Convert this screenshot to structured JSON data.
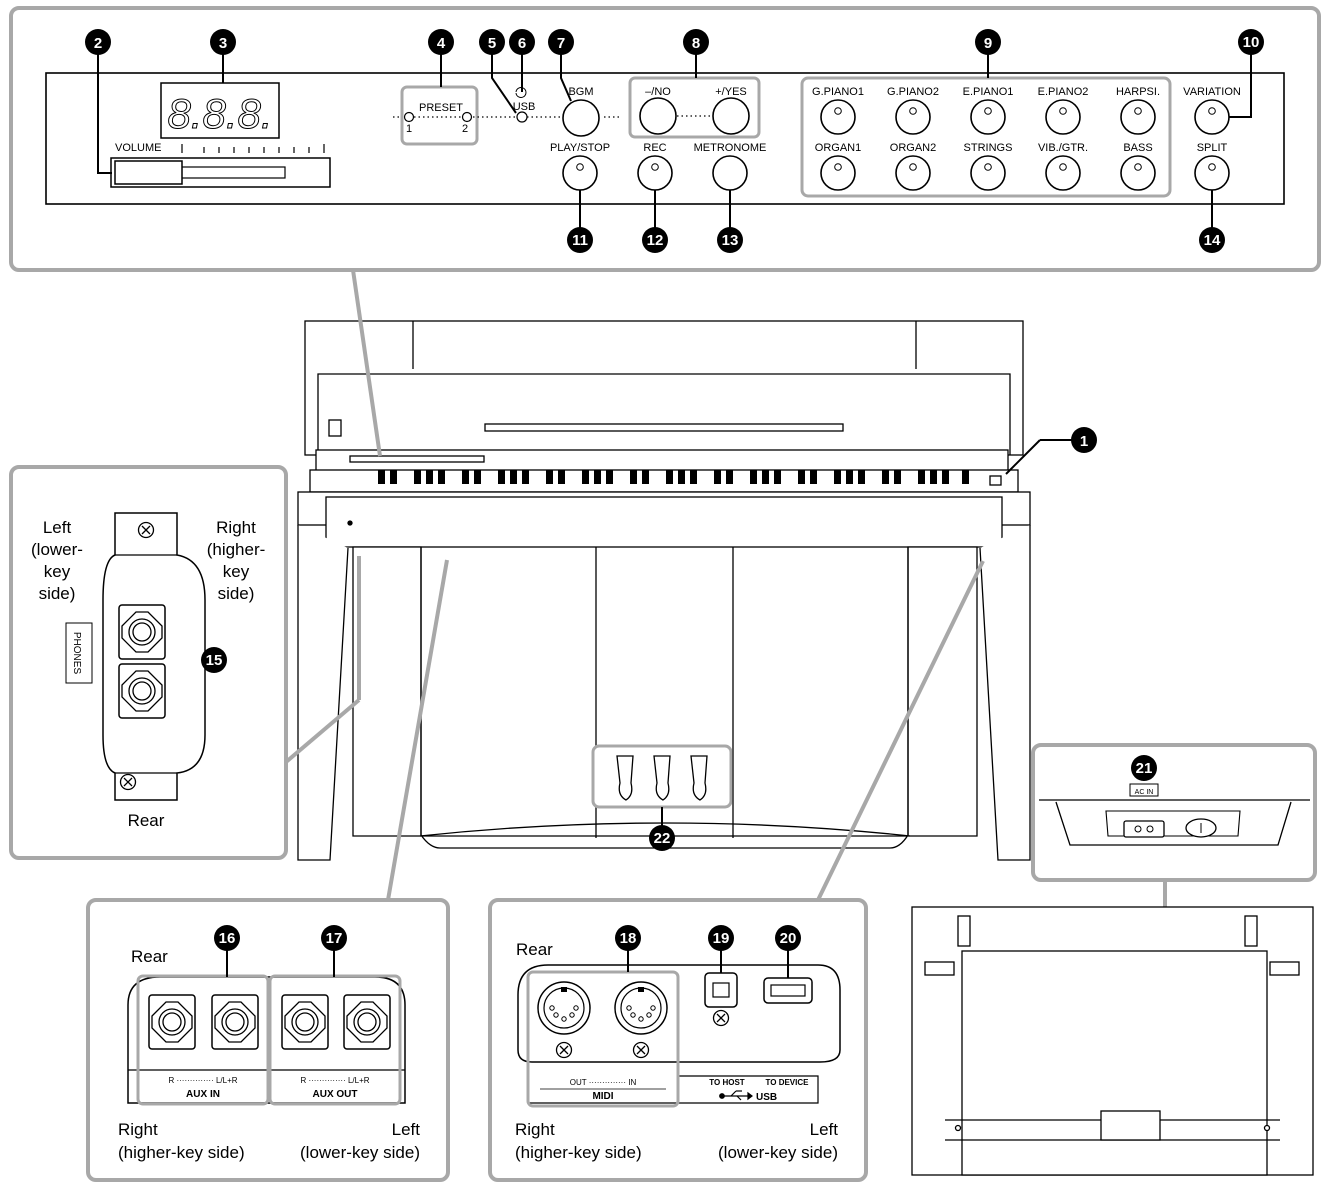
{
  "callouts": [
    "1",
    "2",
    "3",
    "4",
    "5",
    "6",
    "7",
    "8",
    "9",
    "10",
    "11",
    "12",
    "13",
    "14",
    "15",
    "16",
    "17",
    "18",
    "19",
    "20",
    "21",
    "22"
  ],
  "panel": {
    "volume_label": "VOLUME",
    "display_text": "8.8.8.",
    "preset_label": "PRESET",
    "preset_1": "1",
    "preset_2": "2",
    "usb_label": "USB",
    "bgm_label": "BGM",
    "no_label": "–/NO",
    "yes_label": "+/YES",
    "play_stop_label": "PLAY/STOP",
    "rec_label": "REC",
    "metronome_label": "METRONOME",
    "voices": [
      "G.PIANO1",
      "G.PIANO2",
      "E.PIANO1",
      "E.PIANO2",
      "HARPSI.",
      "ORGAN1",
      "ORGAN2",
      "STRINGS",
      "VIB./GTR.",
      "BASS"
    ],
    "variation_label": "VARIATION",
    "split_label": "SPLIT"
  },
  "phones_inset": {
    "left_lines": [
      "Left",
      "(lower-",
      "key",
      "side)"
    ],
    "right_lines": [
      "Right",
      "(higher-",
      "key",
      "side)"
    ],
    "phones_label": "PHONES",
    "rear_label": "Rear"
  },
  "aux_inset": {
    "rear_label": "Rear",
    "aux_in_sub": "R ·············· L/L+R",
    "aux_in_label": "AUX IN",
    "aux_out_sub": "R ·············· L/L+R",
    "aux_out_label": "AUX OUT",
    "right_lines": [
      "Right",
      "(higher-key side)"
    ],
    "left_lines": [
      "Left",
      "(lower-key side)"
    ]
  },
  "midi_inset": {
    "rear_label": "Rear",
    "midi_sub": "OUT ·············· IN",
    "midi_label": "MIDI",
    "to_host": "TO HOST",
    "to_device": "TO DEVICE",
    "usb_label": "USB",
    "right_lines": [
      "Right",
      "(higher-key side)"
    ],
    "left_lines": [
      "Left",
      "(lower-key side)"
    ]
  },
  "power_inset": {
    "ac_label": "AC IN"
  }
}
